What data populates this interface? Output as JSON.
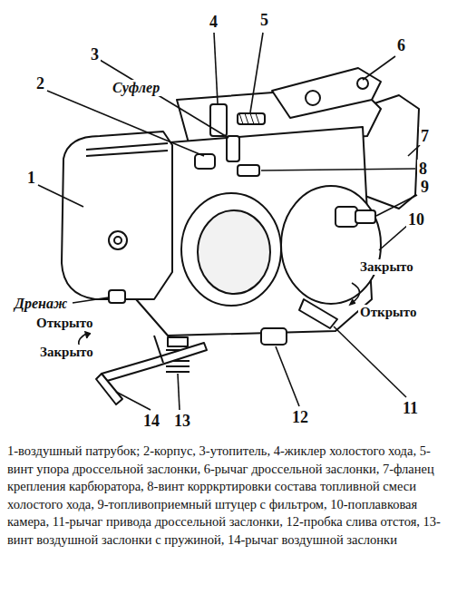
{
  "diagram": {
    "caption": "1-воздушный патрубок; 2-корпус, 3-утопитель, 4-жиклер холостого хода, 5-винт упора дроссельной заслонки, 6-рычаг дроссельной заслонки, 7-фланец крепления карбюратора, 8-винт корркртировки состава топливной смеси холостого хода, 9-топливоприемный штуцер с фильтром, 10-поплавковая камера, 11-рычаг привода дроссельной заслонки, 12-пробка слива отстоя, 13- винт воздушной заслонки с пружиной, 14-рычаг воздушной заслонки",
    "labels": [
      "4",
      "5",
      "3",
      "6",
      "2",
      "Суфлер",
      "1",
      "7",
      "8",
      "9",
      "10",
      "Дренаж",
      "Закрыто",
      "Открыто",
      "Открыто",
      "Закрыто",
      "14",
      "13",
      "12",
      "11"
    ]
  }
}
